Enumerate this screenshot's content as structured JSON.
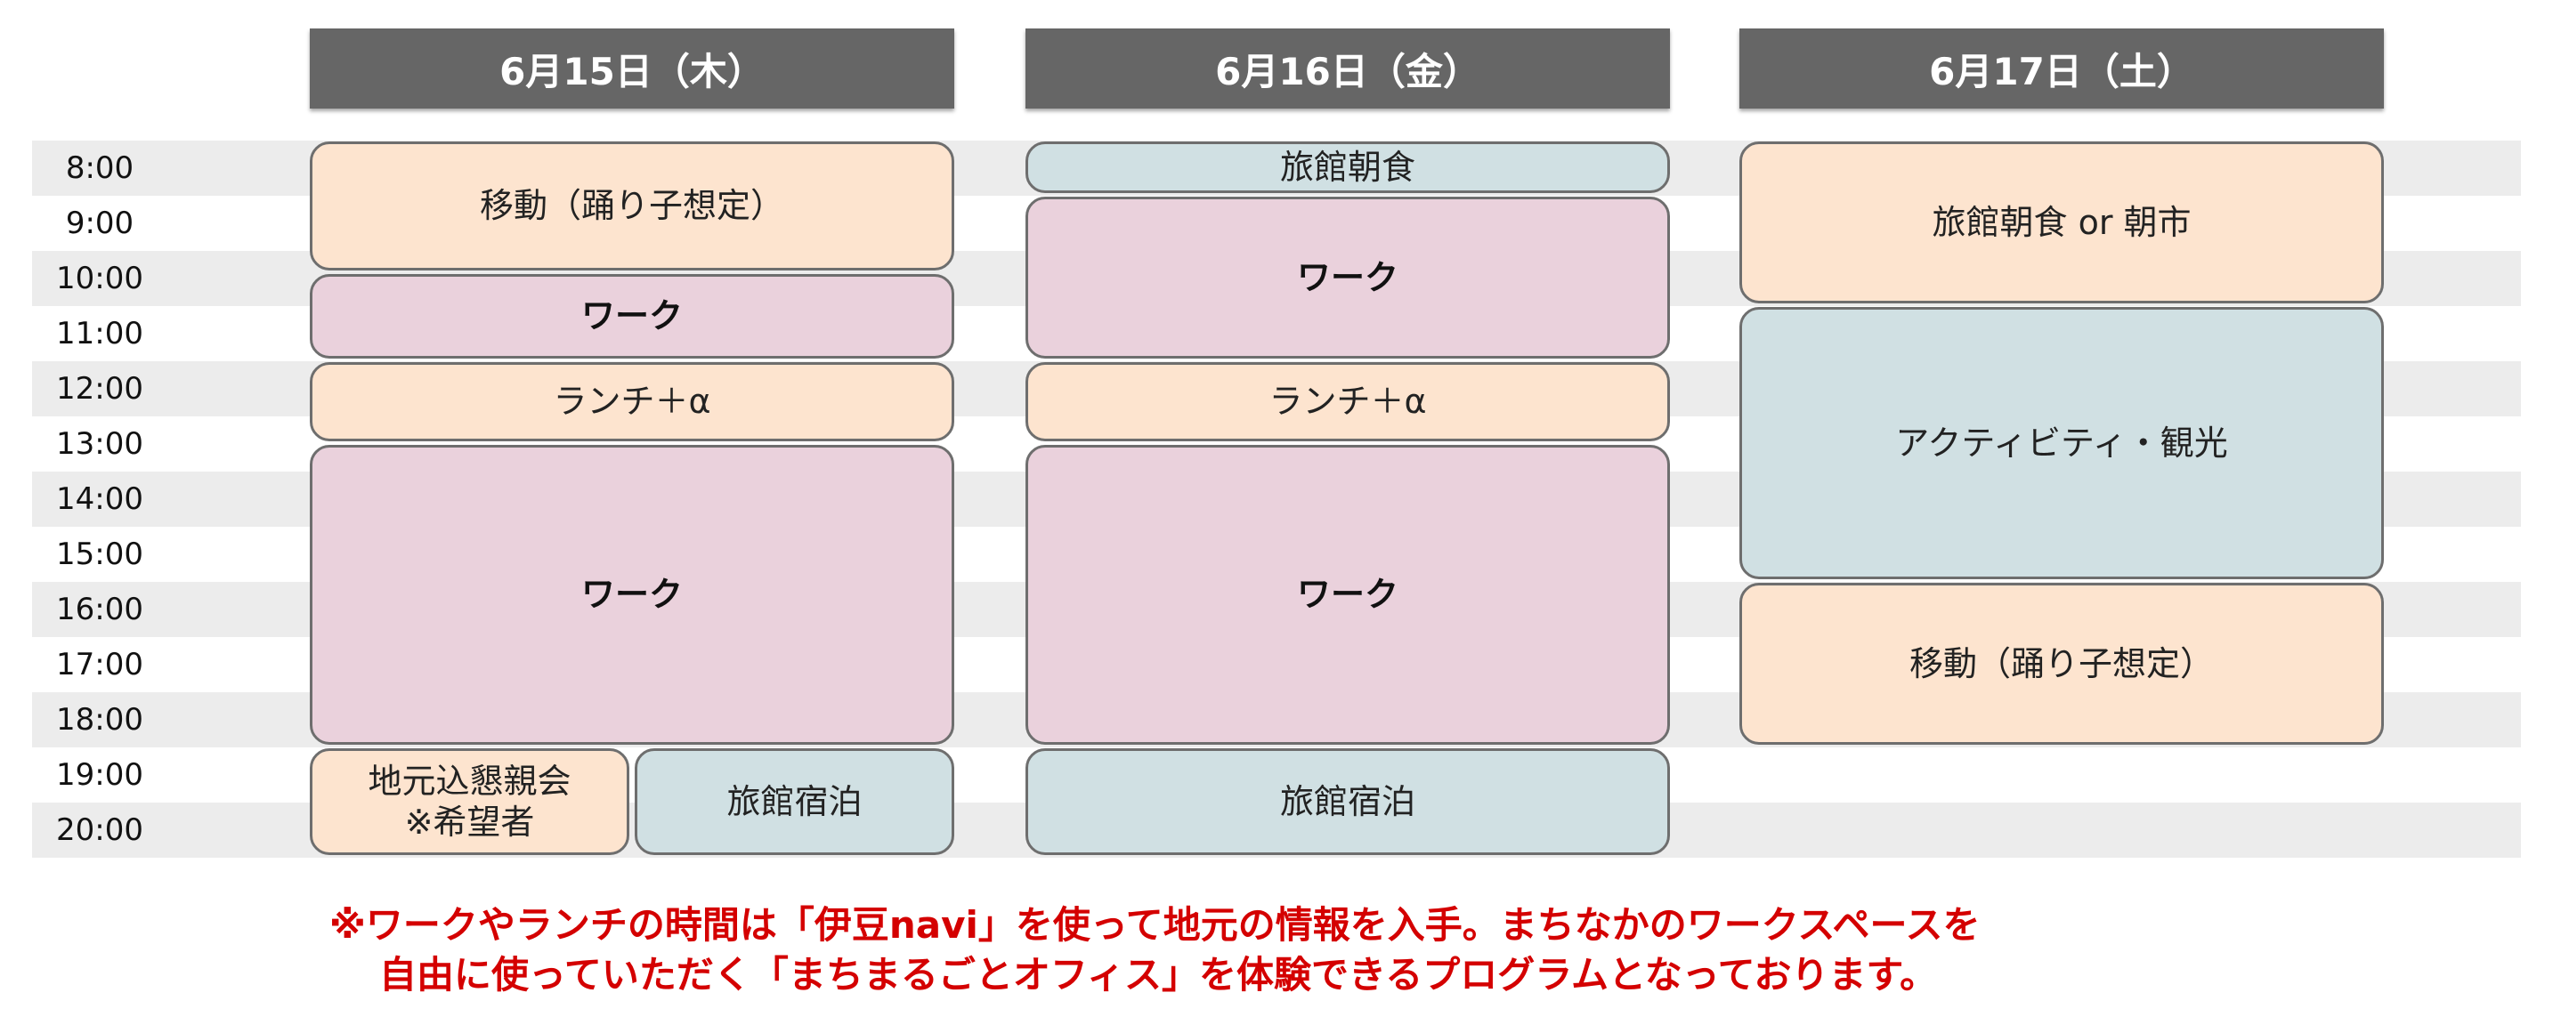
{
  "times": [
    "8:00",
    "9:00",
    "10:00",
    "11:00",
    "12:00",
    "13:00",
    "14:00",
    "15:00",
    "16:00",
    "17:00",
    "18:00",
    "19:00",
    "20:00"
  ],
  "days": [
    {
      "label": "6月15日（木）",
      "blocks": [
        {
          "label": "移動（踊り子想定）",
          "kind": "move",
          "start": 0,
          "end": 2.4,
          "color": "#fde4cf"
        },
        {
          "label": "ワーク",
          "kind": "work",
          "start": 2.4,
          "end": 4.0,
          "color": "#ead1dc"
        },
        {
          "label": "ランチ＋α",
          "kind": "meal",
          "start": 4.0,
          "end": 5.5,
          "color": "#fde4cf"
        },
        {
          "label": "ワーク",
          "kind": "work",
          "start": 5.5,
          "end": 11.0,
          "color": "#ead1dc"
        },
        {
          "label": "地元込懇親会\n※希望者",
          "kind": "meal",
          "start": 11.0,
          "end": 13.0,
          "color": "#fde4cf",
          "half": "left"
        },
        {
          "label": "旅館宿泊",
          "kind": "stay",
          "start": 11.0,
          "end": 13.0,
          "color": "#d0e0e3",
          "half": "right"
        }
      ]
    },
    {
      "label": "6月16日（金）",
      "blocks": [
        {
          "label": "旅館朝食",
          "kind": "stay",
          "start": 0,
          "end": 1.0,
          "color": "#d0e0e3"
        },
        {
          "label": "ワーク",
          "kind": "work",
          "start": 1.0,
          "end": 4.0,
          "color": "#ead1dc"
        },
        {
          "label": "ランチ＋α",
          "kind": "meal",
          "start": 4.0,
          "end": 5.5,
          "color": "#fde4cf"
        },
        {
          "label": "ワーク",
          "kind": "work",
          "start": 5.5,
          "end": 11.0,
          "color": "#ead1dc"
        },
        {
          "label": "旅館宿泊",
          "kind": "stay",
          "start": 11.0,
          "end": 13.0,
          "color": "#d0e0e3"
        }
      ]
    },
    {
      "label": "6月17日（土）",
      "blocks": [
        {
          "label": "旅館朝食 or 朝市",
          "kind": "move",
          "start": 0,
          "end": 3.0,
          "color": "#fde4cf"
        },
        {
          "label": "アクティビティ・観光",
          "kind": "stay",
          "start": 3.0,
          "end": 8.0,
          "color": "#d0e0e3"
        },
        {
          "label": "移動（踊り子想定）",
          "kind": "move",
          "start": 8.0,
          "end": 11.0,
          "color": "#fde4cf"
        }
      ]
    }
  ],
  "note": {
    "line1": "※ワークやランチの時間は「伊豆navi」を使って地元の情報を入手。まちなかのワークスペースを",
    "line2": "自由に使っていただく「まちまるごとオフィス」を体験できるプログラムとなっております。"
  },
  "colors": {
    "header": "#666666",
    "move": "#fde4cf",
    "work": "#ead1dc",
    "stay": "#d0e0e3",
    "note": "#d40000",
    "row_shade": "#ececec"
  }
}
